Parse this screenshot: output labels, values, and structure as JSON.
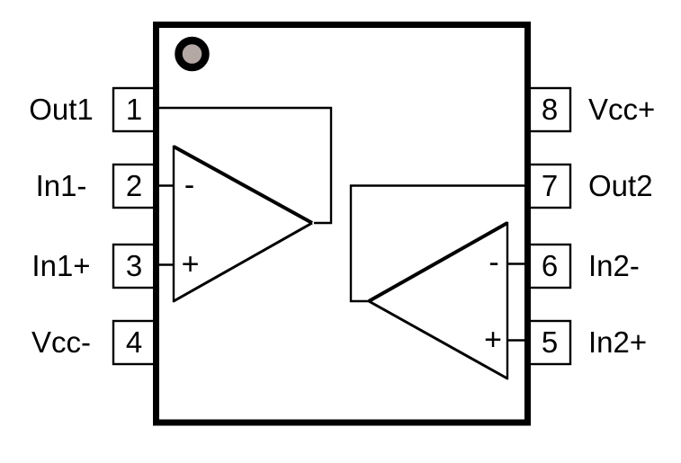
{
  "diagram": {
    "pins_left": [
      {
        "number": "1",
        "label": "Out1"
      },
      {
        "number": "2",
        "label": "In1-"
      },
      {
        "number": "3",
        "label": "In1+"
      },
      {
        "number": "4",
        "label": "Vcc-"
      }
    ],
    "pins_right": [
      {
        "number": "8",
        "label": "Vcc+"
      },
      {
        "number": "7",
        "label": "Out2"
      },
      {
        "number": "6",
        "label": "In2-"
      },
      {
        "number": "5",
        "label": "In2+"
      }
    ],
    "opamp1": {
      "minus": "-",
      "plus": "+"
    },
    "opamp2": {
      "minus": "-",
      "plus": "+"
    },
    "colors": {
      "line": "#000000",
      "fill": "#ffffff",
      "pin1_dot_fill": "#b4a8a5"
    }
  }
}
